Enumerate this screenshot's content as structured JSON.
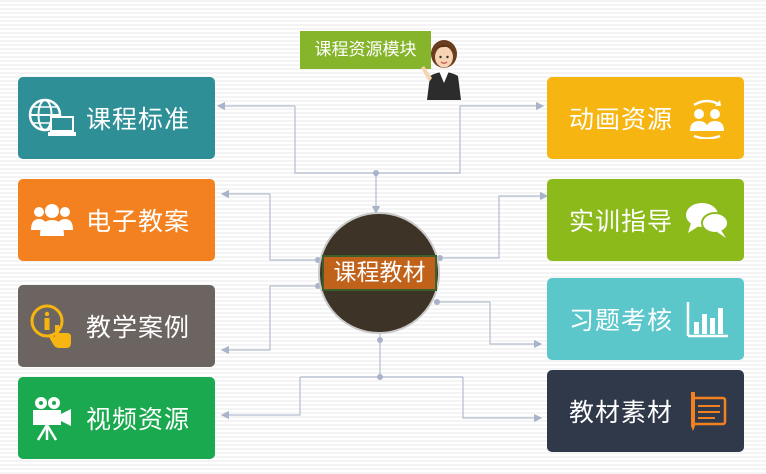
{
  "banner": {
    "text": "课程资源模块"
  },
  "center": {
    "text": "课程教材"
  },
  "left_modules": [
    {
      "label": "课程标准",
      "icon": "globe-computer-icon",
      "color": "#2e8f97"
    },
    {
      "label": "电子教案",
      "icon": "people-group-icon",
      "color": "#f48120"
    },
    {
      "label": "教学案例",
      "icon": "info-hand-icon",
      "color": "#6b6460"
    },
    {
      "label": "视频资源",
      "icon": "video-camera-icon",
      "color": "#1aa94e"
    }
  ],
  "right_modules": [
    {
      "label": "动画资源",
      "icon": "user-exchange-icon",
      "color": "#f6b511"
    },
    {
      "label": "实训指导",
      "icon": "chat-bubbles-icon",
      "color": "#8bba1a"
    },
    {
      "label": "习题考核",
      "icon": "bar-chart-icon",
      "color": "#5cc7cb"
    },
    {
      "label": "教材素材",
      "icon": "document-pen-icon",
      "color": "#2f3949"
    }
  ]
}
